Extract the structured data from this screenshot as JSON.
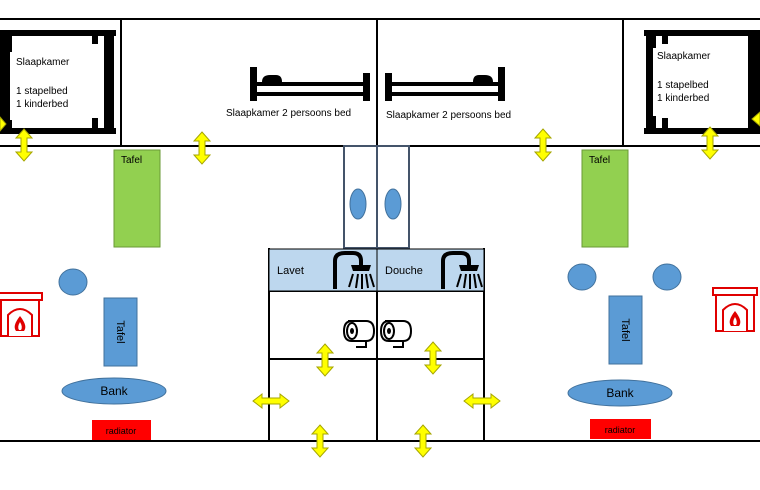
{
  "bedrooms_small": {
    "label": "Slaapkamer",
    "line1": "1 stapelbed",
    "line2": "1 kinderbed"
  },
  "bedrooms_double": {
    "label": "Slaapkamer 2 persoons bed"
  },
  "tables": {
    "green_label": "Tafel",
    "blue_label": "Tafel"
  },
  "bank": {
    "label": "Bank"
  },
  "radiator": {
    "label": "radiator"
  },
  "bathroom": {
    "left_label": "Lavet",
    "right_label": "Douche"
  },
  "colors": {
    "wall": "#000000",
    "door_arrow": "#ffff00",
    "door_arrow_stroke": "#b3b300",
    "table_green": "#92d050",
    "furniture_blue": "#5b9bd5",
    "bath_fill": "#bdd7ee",
    "radiator": "#ff0000",
    "fireplace": "#e00000"
  }
}
